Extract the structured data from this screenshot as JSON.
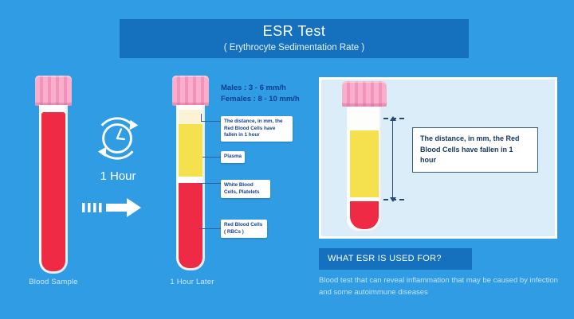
{
  "header": {
    "title": "ESR Test",
    "subtitle": "( Erythrocyte Sedimentation Rate )"
  },
  "left": {
    "tube_label": "Blood Sample"
  },
  "process": {
    "duration": "1 Hour"
  },
  "middle": {
    "tube_label": "1 Hour Later",
    "rates": {
      "males": "Males : 3 - 6 mm/h",
      "females": "Females : 8 - 10 mm/h"
    },
    "callouts": {
      "distance": "The distance, in mm, the Red Blood Cells have fallen in 1 hour",
      "plasma": "Plasma",
      "white_cells": "White Blood Cells, Platelets",
      "red_cells": "Red Blood Cells ( RBCs )"
    }
  },
  "zoom_panel": {
    "callout": "The distance, in mm, the Red Blood Cells have fallen in 1 hour"
  },
  "usage": {
    "heading": "WHAT ESR IS USED FOR?",
    "description": "Blood test that can reveal inflammation that may be caused by infection and some autoimmune diseases"
  },
  "colors": {
    "background": "#2F9CE4",
    "band_blue": "#1571BD",
    "plasma_yellow": "#F5E14E",
    "blood_red": "#EE2A44",
    "cap_pink": "#F9AECB",
    "text_navy": "#0E3D8F"
  }
}
